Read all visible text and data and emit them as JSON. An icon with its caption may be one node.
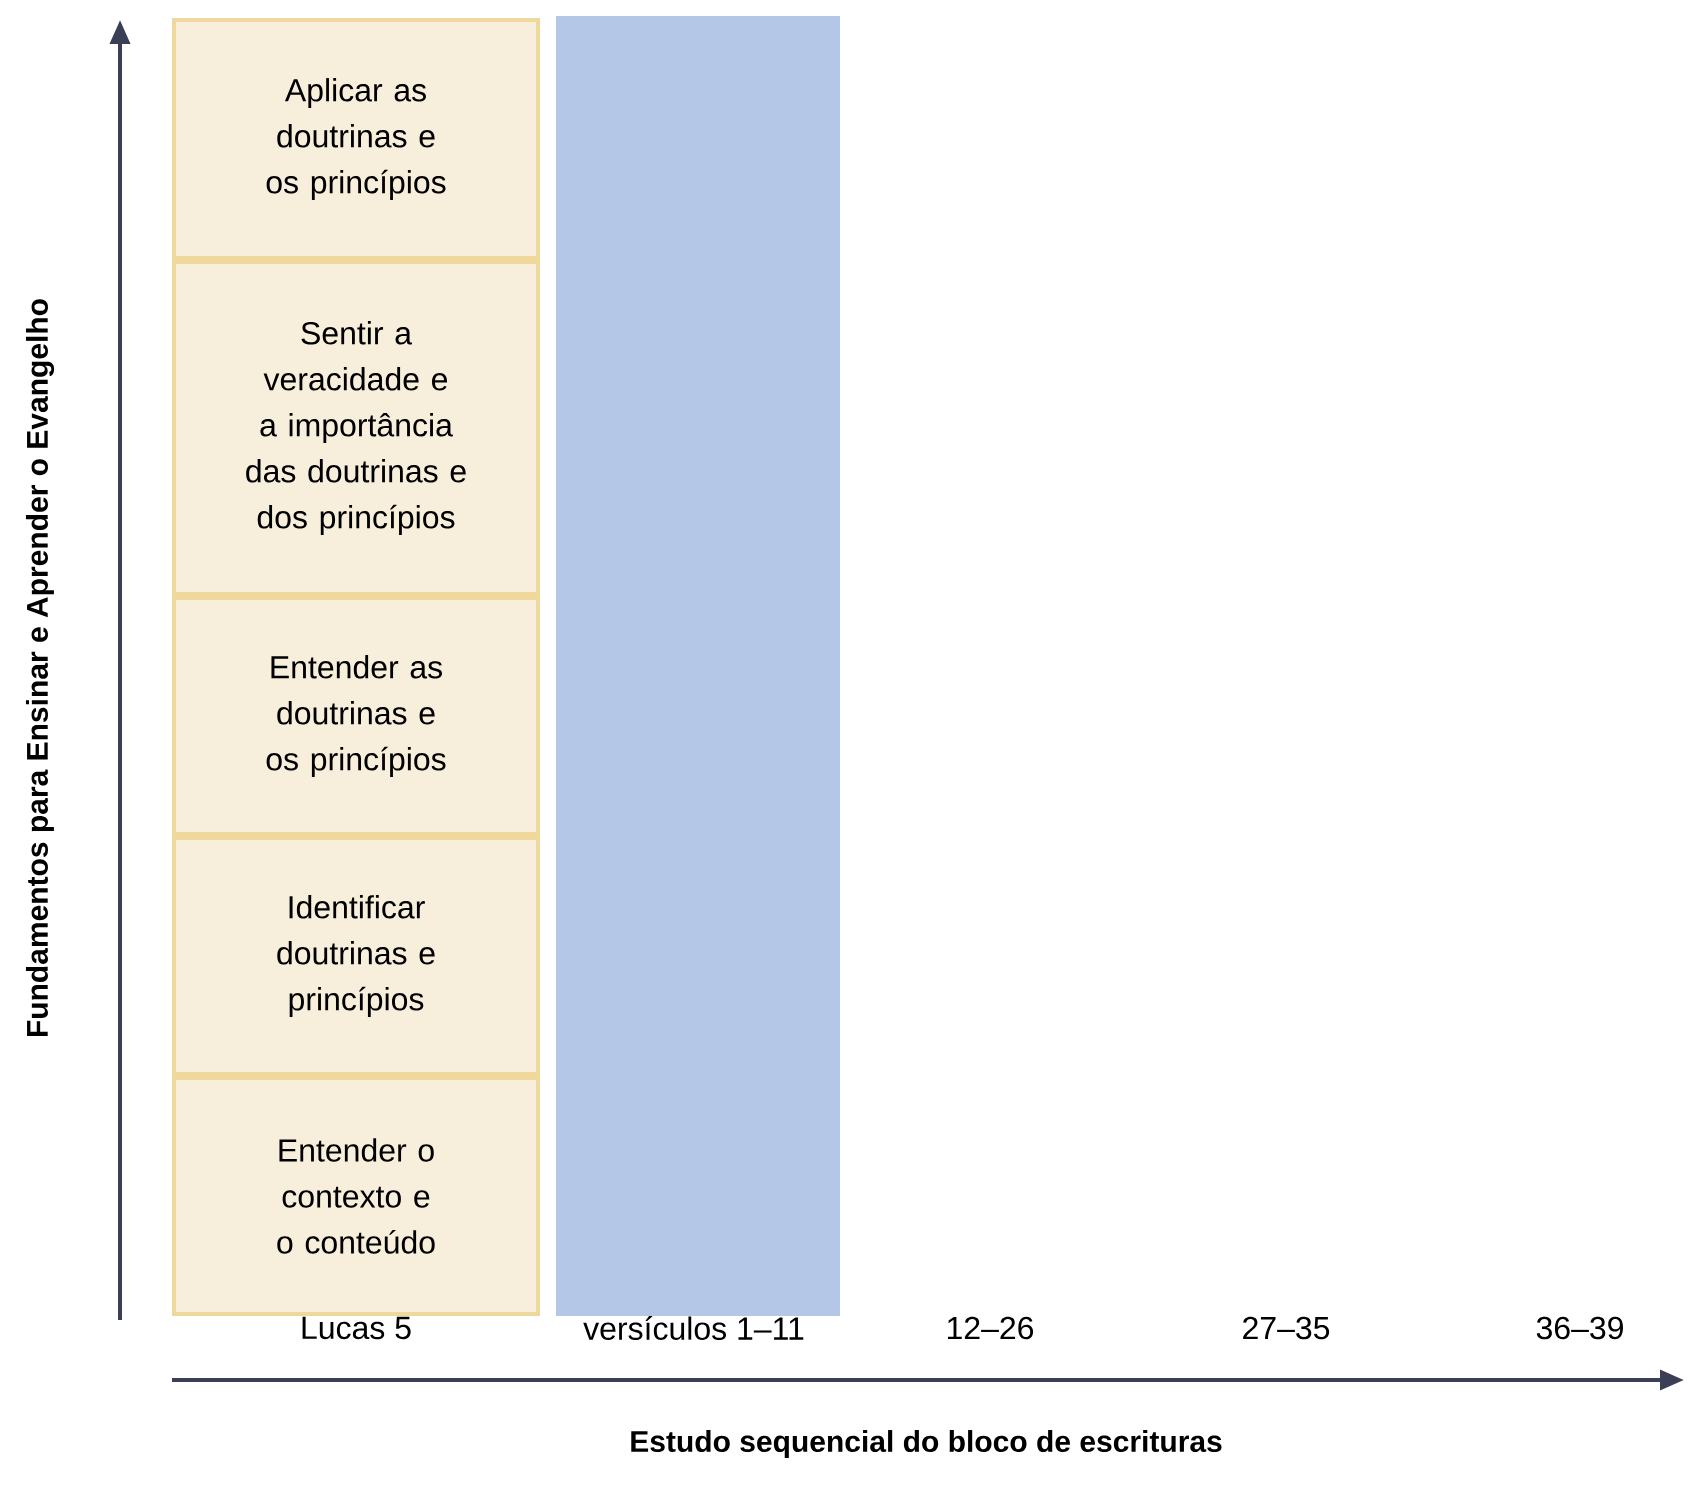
{
  "diagram": {
    "nodes": [
      {
        "text": [
          "Aplicar as doutrinas e os princípios"
        ]
      },
      {
        "text": [
          "Sentir a veracidade e a importância das doutrinas e dos princípios"
        ]
      },
      {
        "text": [
          "Entender as doutrinas e os princípios"
        ]
      },
      {
        "text": [
          "Identificar doutrinas e princípios"
        ]
      },
      {
        "text": [
          "Entender o contexto e o conteúdo"
        ]
      },
      {
        "text": [],
        "shape": "bar"
      }
    ],
    "labels": [
      "Fundamentos para Ensinar e Aprender o Evangelho",
      "Lucas 5",
      "versículos 1–11",
      "12–26",
      "27–35",
      "36–39",
      "Estudo sequencial do bloco de escrituras"
    ]
  }
}
